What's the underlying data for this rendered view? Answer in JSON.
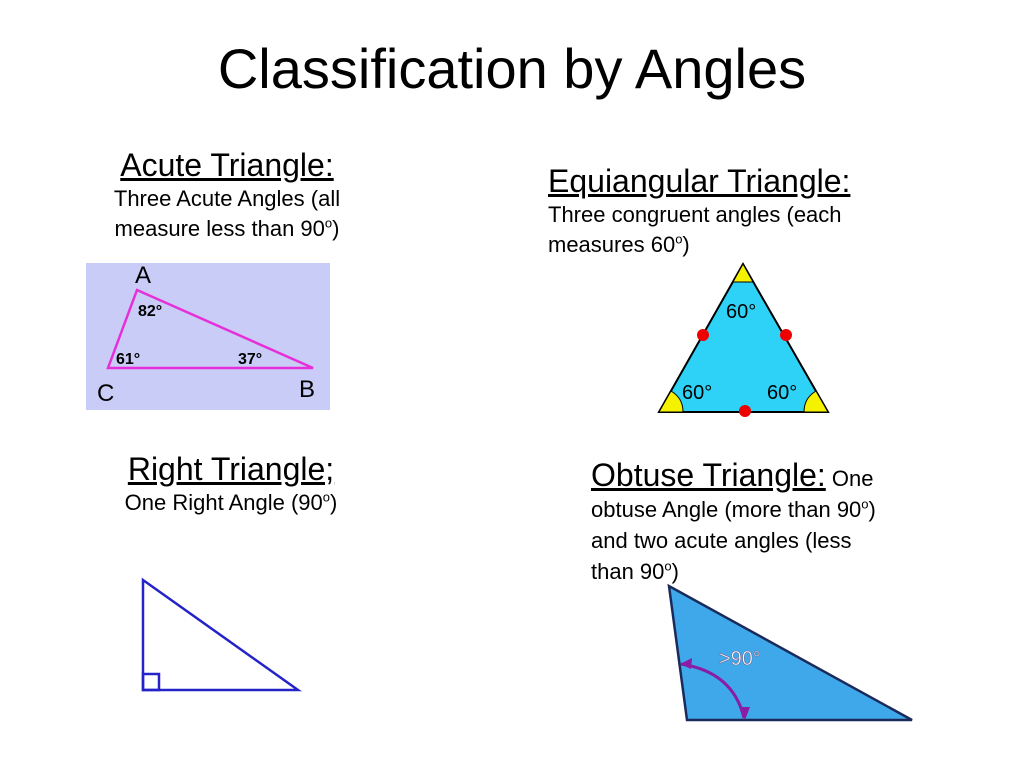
{
  "title": "Classification by Angles",
  "acute": {
    "heading": "Acute Triangle:",
    "desc_line1": "Three Acute Angles (all",
    "desc_line2": "measure less than 90",
    "deg_mark": "o",
    "close": ")",
    "labels": {
      "a": "A",
      "b": "B",
      "c": "C",
      "angle_a": "82°",
      "angle_c": "61°",
      "angle_b": "37°"
    }
  },
  "equiangular": {
    "heading": "Equiangular Triangle:",
    "desc_line1": "Three congruent angles (each",
    "desc_line2": "measures 60",
    "deg_mark": "o",
    "close": ")",
    "labels": {
      "top": "60°",
      "left": "60°",
      "right": "60°"
    }
  },
  "right": {
    "heading": "Right Triangle;",
    "desc": "One Right Angle (90",
    "deg_mark": "o",
    "close": ")"
  },
  "obtuse": {
    "heading": "Obtuse Triangle:",
    "desc_start": " One",
    "desc_line2": "obtuse Angle (more than 90",
    "deg_mark": "o",
    "close_paren": ")",
    "desc_line3": "and two acute angles (less",
    "desc_line4": "than 90",
    "close": ")",
    "labels": {
      "angle": ">90°"
    }
  },
  "colors": {
    "acute_bg": "#c8ccf6",
    "acute_stroke": "#e62fd9",
    "equi_fill": "#2fd2f7",
    "equi_corner": "#f5f200",
    "equi_tick": "#ee0000",
    "right_stroke": "#2323c8",
    "obtuse_fill": "#3fa8ea",
    "obtuse_arc": "#8a1da3"
  }
}
